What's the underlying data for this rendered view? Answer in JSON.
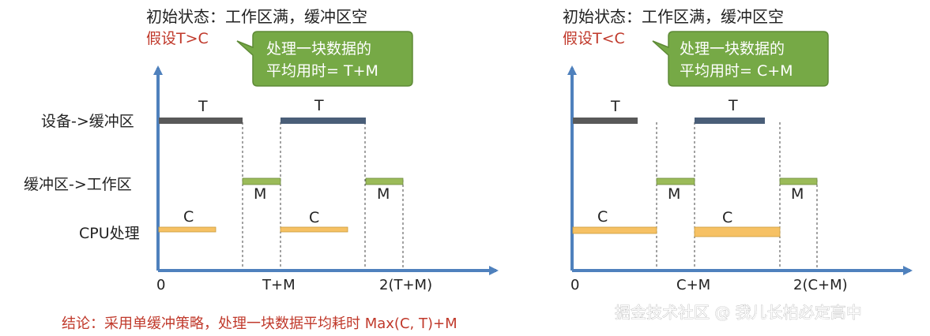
{
  "colors": {
    "axis": "#4f81bd",
    "device_bar_left": "#595959",
    "device_bar_right": "#4a5e78",
    "buffer_bar": "#9bbb59",
    "cpu_bar": "#f6c164",
    "callout_fill": "#76a946",
    "red_text": "#c0392b",
    "text": "#222222"
  },
  "left": {
    "initial_state": "初始状态：工作区满，缓冲区空",
    "assumption": "假设T>C",
    "callout_line1": "处理一块数据的",
    "callout_line2": "平均用时= T+M",
    "row_device": "设备->缓冲区",
    "row_buffer": "缓冲区->工作区",
    "row_cpu": "CPU处理",
    "bar_T1": "T",
    "bar_T2": "T",
    "bar_M1": "M",
    "bar_M2": "M",
    "bar_C1": "C",
    "bar_C2": "C",
    "x_tick_0": "0",
    "x_tick_1": "T+M",
    "x_tick_2": "2(T+M)",
    "conclusion": "结论：采用单缓冲策略，处理一块数据平均耗时 Max(C, T)+M"
  },
  "right": {
    "initial_state": "初始状态：工作区满，缓冲区空",
    "assumption": "假设T<C",
    "callout_line1": "处理一块数据的",
    "callout_line2": "平均用时= C+M",
    "bar_T1": "T",
    "bar_T2": "T",
    "bar_M1": "M",
    "bar_M2": "M",
    "bar_C1": "C",
    "bar_C2": "C",
    "x_tick_0": "0",
    "x_tick_1": "C+M",
    "x_tick_2": "2(C+M)"
  },
  "watermark": "掘金技术社区 @ 我儿长柏必定高中"
}
